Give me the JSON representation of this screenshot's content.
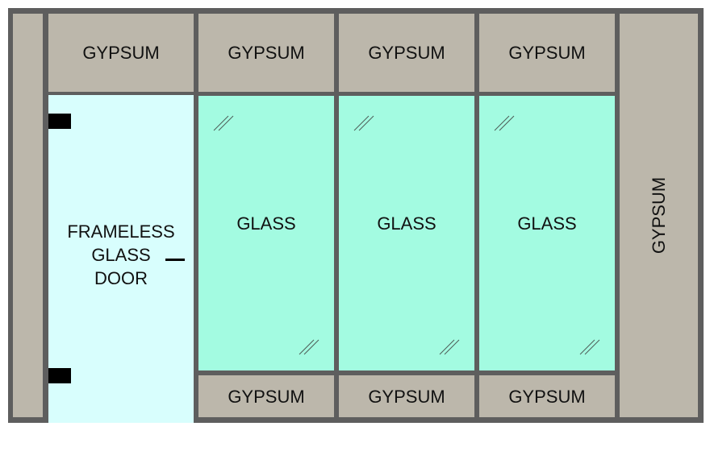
{
  "elevation": {
    "top_row": [
      "GYPSUM",
      "GYPSUM",
      "GYPSUM",
      "GYPSUM"
    ],
    "door": {
      "lines": [
        "FRAMELESS",
        "GLASS",
        "DOOR"
      ]
    },
    "glass_panels": [
      "GLASS",
      "GLASS",
      "GLASS"
    ],
    "bottom_row": [
      "GYPSUM",
      "GYPSUM",
      "GYPSUM"
    ],
    "right_panel": "GYPSUM"
  },
  "colors": {
    "gypsum": "#bcb7ab",
    "glass": "#a3fbe1",
    "door_glass": "#d8fefd",
    "frame": "#5e5e5e"
  }
}
